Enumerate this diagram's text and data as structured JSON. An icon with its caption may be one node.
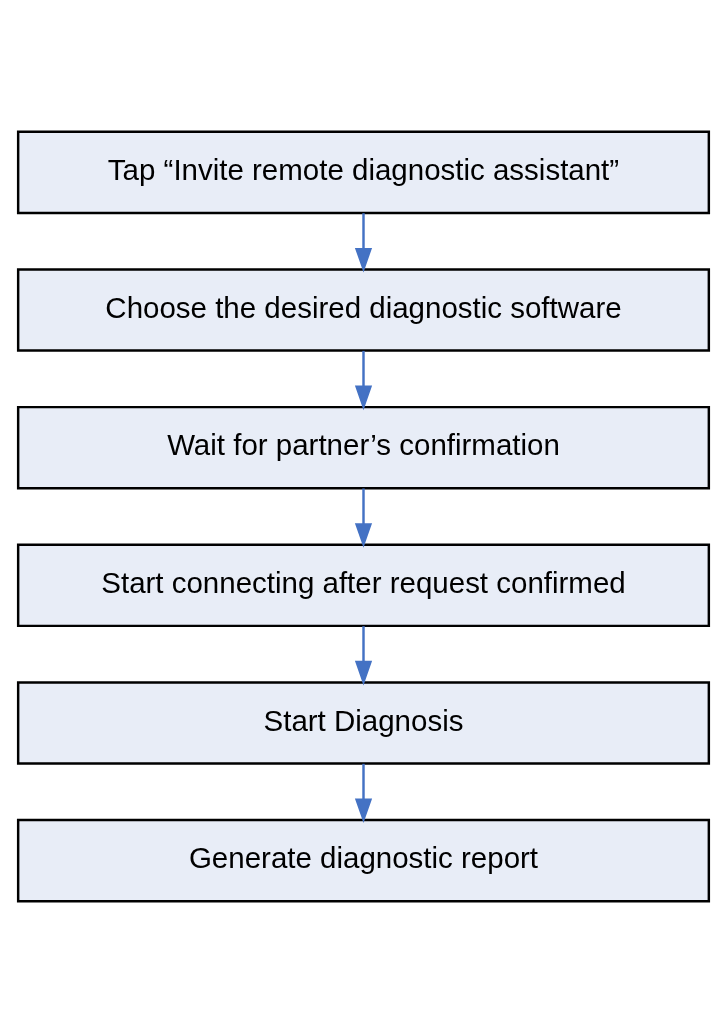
{
  "diagram": {
    "nodes": [
      {
        "text": [
          "Tap “Invite remote diagnostic assistant”"
        ]
      },
      {
        "text": [
          "Choose the desired diagnostic software"
        ]
      },
      {
        "text": [
          "Wait for partner’s confirmation"
        ]
      },
      {
        "text": [
          "Start connecting after request confirmed"
        ]
      },
      {
        "text": [
          "Start Diagnosis"
        ]
      },
      {
        "text": [
          "Generate diagnostic report"
        ]
      }
    ],
    "edges": [
      {
        "from": 0,
        "to": 1,
        "arrow": "to"
      },
      {
        "from": 1,
        "to": 2,
        "arrow": "to"
      },
      {
        "from": 2,
        "to": 3,
        "arrow": "to"
      },
      {
        "from": 3,
        "to": 4,
        "arrow": "to"
      },
      {
        "from": 4,
        "to": 5,
        "arrow": "to"
      }
    ]
  }
}
